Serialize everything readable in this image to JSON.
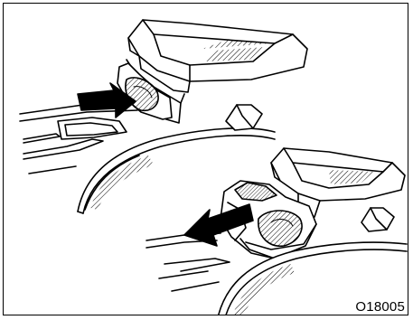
{
  "figure": {
    "code": "O18005"
  },
  "illustration": {
    "ink_color": "#000000",
    "paper_color": "#ffffff",
    "subject": "armrest-cup-holder-panels",
    "arrows": {
      "upper": "push-right",
      "lower": "pull-left"
    }
  }
}
